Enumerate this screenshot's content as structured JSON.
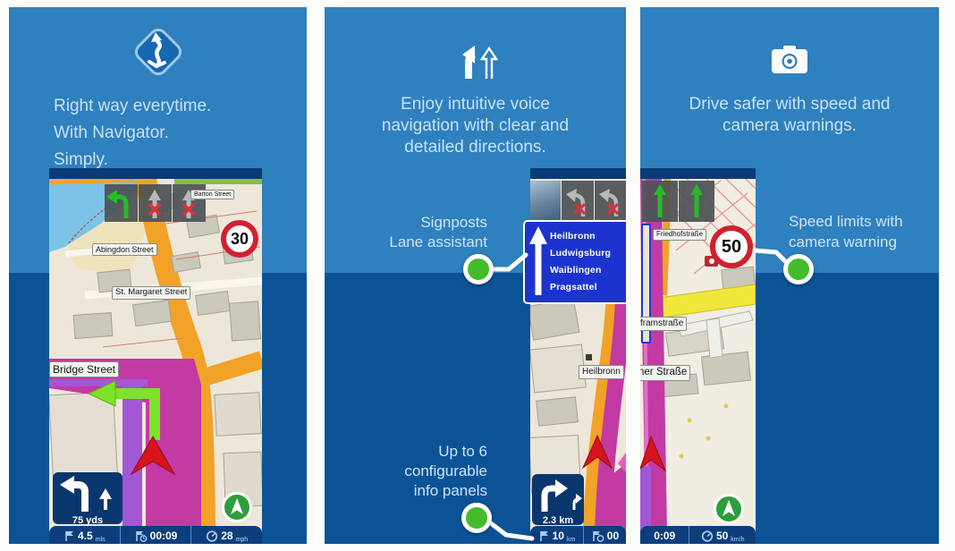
{
  "panel1": {
    "headline": [
      "Right way everytime.",
      "With Navigator.",
      "Simply."
    ],
    "map_labels": {
      "barton": "Barton Street",
      "abingdon": "Abingdon Street",
      "margaret": "St. Margaret Street",
      "bridge": "Bridge Street"
    },
    "speed_sign": "30",
    "turn_distance": "75 yds",
    "status": {
      "dist": "4.5",
      "dist_unit": "mls",
      "time": "00:09",
      "speed": "28",
      "speed_unit": "mph"
    }
  },
  "panel2": {
    "headline": [
      "Enjoy intuitive voice",
      "navigation with clear and",
      "detailed directions."
    ],
    "callout_top": [
      "Signposts",
      "Lane assistant"
    ],
    "callout_bottom": [
      "Up to 6",
      "configurable",
      "info panels"
    ],
    "signpost": [
      "Heilbronn",
      "Ludwigsburg",
      "Waiblingen",
      "Pragsattel"
    ],
    "street_label": "Heilbronn",
    "turn_distance": "2.3 km",
    "status": {
      "dist": "10",
      "dist_unit": "km",
      "time": "00"
    }
  },
  "panel3": {
    "headline": [
      "Drive safer with speed and",
      "camera warnings."
    ],
    "callout": [
      "Speed limits with",
      "camera warning"
    ],
    "map_labels": {
      "friedhof": "Friedhofstraße",
      "fram": "framstraße",
      "ner": "ner Straße"
    },
    "speed_sign": "50",
    "status": {
      "time": "0:09",
      "speed": "50",
      "speed_unit": "km/h"
    }
  },
  "colors": {
    "bg_light": "#2F80BE",
    "bg_dark": "#0C5396",
    "headline": "#C9E2F4",
    "navy_bar": "#0C3E7E",
    "signpost_blue": "#1D33CE",
    "dot_green": "#43BC2B",
    "route_magenta": "#C33AA2",
    "road_orange": "#F2A227",
    "arrow_green": "#7EE12C",
    "arrow_red": "#D8141C"
  }
}
